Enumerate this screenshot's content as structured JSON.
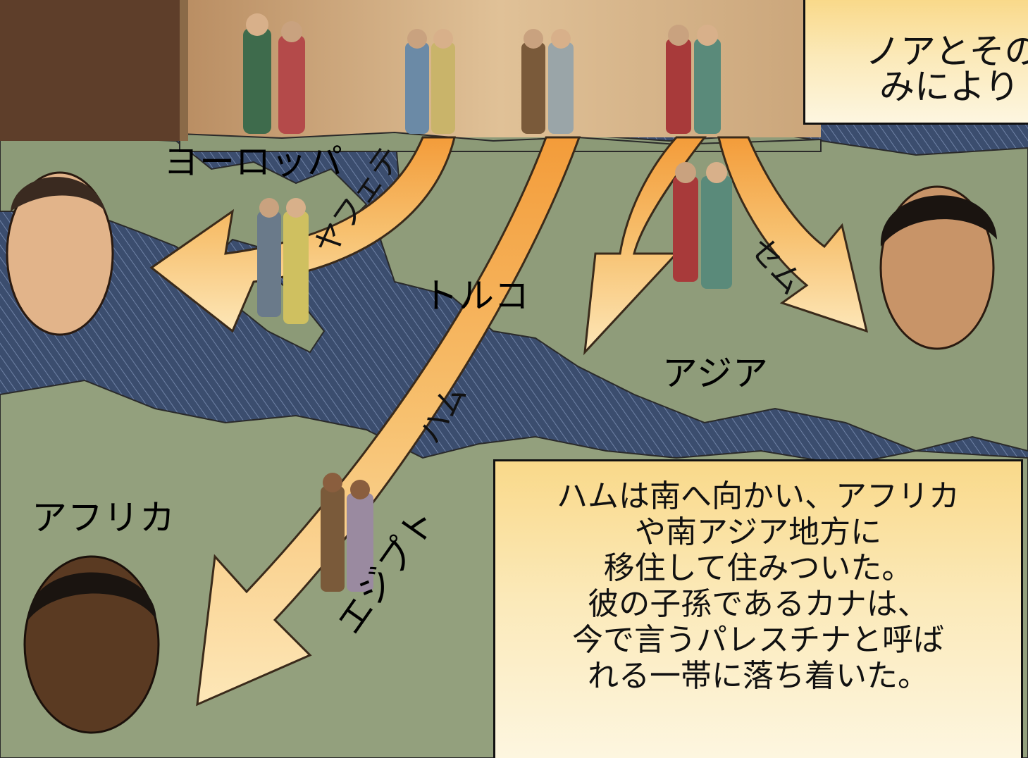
{
  "caption_top": {
    "lines": [
      "ノアとその",
      "みにより"
    ]
  },
  "caption_bottom": {
    "lines": [
      "ハムは南へ向かい、アフリカ",
      "や南アジア地方に",
      "移住して住みついた。",
      "彼の子孫であるカナは、",
      "今で言うパレスチナと呼ば",
      "れる一帯に落ち着いた。"
    ]
  },
  "map_labels": {
    "europe": "ヨーロッパ",
    "turkey": "トルコ",
    "asia": "アジア",
    "africa": "アフリカ",
    "egypt": "エジプト"
  },
  "arrow_labels": {
    "japheth": "ヤフェテ",
    "ham": "ハム",
    "shem": "セム"
  },
  "colors": {
    "sea": "#3a4a6a",
    "land": "#8e9b78",
    "sky_wood": "#c9a67a",
    "arrow": "#f6b85a",
    "caption_bg": "#fbe4a6"
  }
}
